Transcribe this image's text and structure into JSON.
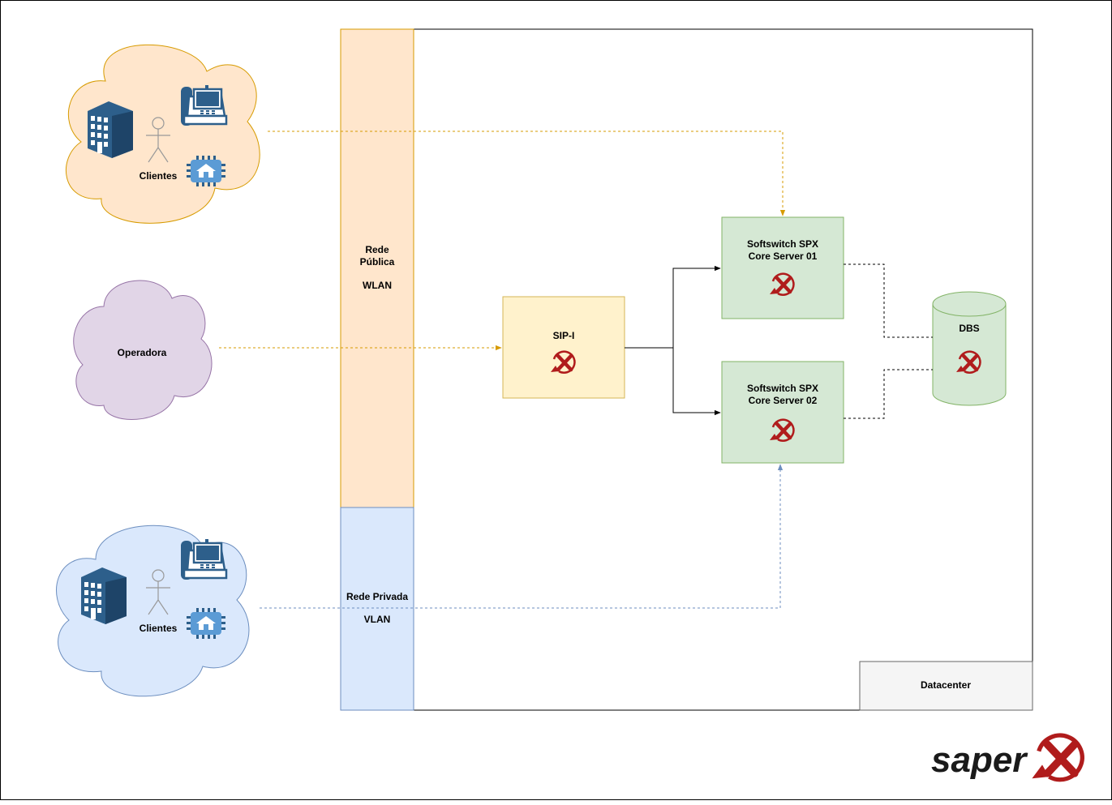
{
  "diagram": {
    "clients_top": {
      "label": "Clientes"
    },
    "operator": {
      "label": "Operadora"
    },
    "clients_bottom": {
      "label": "Clientes"
    },
    "public_network": {
      "line1": "Rede",
      "line2": "Pública",
      "line3": "WLAN"
    },
    "private_network": {
      "line1": "Rede Privada",
      "line2": "VLAN"
    },
    "sip": {
      "label": "SIP-I"
    },
    "core1": {
      "line1": "Softswitch SPX",
      "line2": "Core Server 01"
    },
    "core2": {
      "line1": "Softswitch SPX",
      "line2": "Core Server 02"
    },
    "dbs": {
      "label": "DBS"
    },
    "datacenter": {
      "label": "Datacenter"
    },
    "brand": {
      "text": "saper"
    }
  },
  "colors": {
    "public_fill": "#ffe6cc",
    "public_stroke": "#d79b00",
    "private_fill": "#dae8fc",
    "private_stroke": "#6c8ebf",
    "operator_fill": "#e1d5e7",
    "operator_stroke": "#9673a6",
    "sip_fill": "#fff2cc",
    "sip_stroke": "#d6b656",
    "server_fill": "#d5e8d4",
    "server_stroke": "#82b366",
    "datacenter_fill": "#f5f5f5",
    "logo_red": "#b01c1c",
    "icon_blue": "#2f5f8a"
  }
}
